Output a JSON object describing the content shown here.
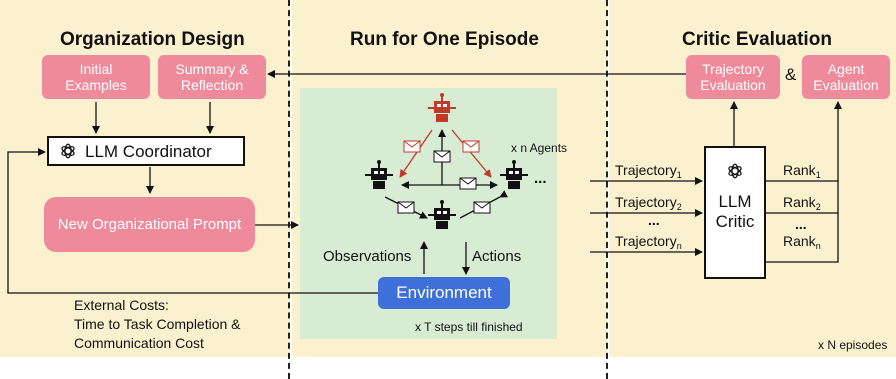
{
  "sections": {
    "organization_design": "Organization Design",
    "run_episode": "Run for One Episode",
    "critic_evaluation": "Critic Evaluation"
  },
  "org": {
    "initial_examples": [
      "Initial",
      "Examples"
    ],
    "summary_reflection": [
      "Summary &",
      "Reflection"
    ],
    "coordinator": "LLM Coordinator",
    "new_prompt": "New Organizational Prompt",
    "external_costs": [
      "External Costs:",
      "Time to Task Completion &",
      "Communication Cost"
    ]
  },
  "episode": {
    "n_agents": "x n Agents",
    "observations": "Observations",
    "actions": "Actions",
    "environment": "Environment",
    "t_steps": "x T steps till finished",
    "ellipsis": "..."
  },
  "critic": {
    "trajectory_evaluation": [
      "Trajectory",
      "Evaluation"
    ],
    "ampersand": "&",
    "agent_evaluation": [
      "Agent",
      "Evaluation"
    ],
    "llm_critic": [
      "LLM",
      "Critic"
    ],
    "trajectories": [
      {
        "base": "Trajectory",
        "sub": "1"
      },
      {
        "base": "Trajectory",
        "sub": "2"
      },
      {
        "base": "...",
        "sub": ""
      },
      {
        "base": "Trajectory",
        "sub": "n"
      }
    ],
    "ranks": [
      {
        "base": "Rank",
        "sub": "1"
      },
      {
        "base": "Rank",
        "sub": "2"
      },
      {
        "base": "...",
        "sub": ""
      },
      {
        "base": "Rank",
        "sub": "n"
      }
    ],
    "n_episodes": "x N episodes"
  },
  "colors": {
    "panel": "#fbf1cf",
    "pink": "#ee8a9b",
    "green": "#d8ecd4",
    "blue": "#3f6fd8",
    "red_arrow": "#c0392b"
  }
}
